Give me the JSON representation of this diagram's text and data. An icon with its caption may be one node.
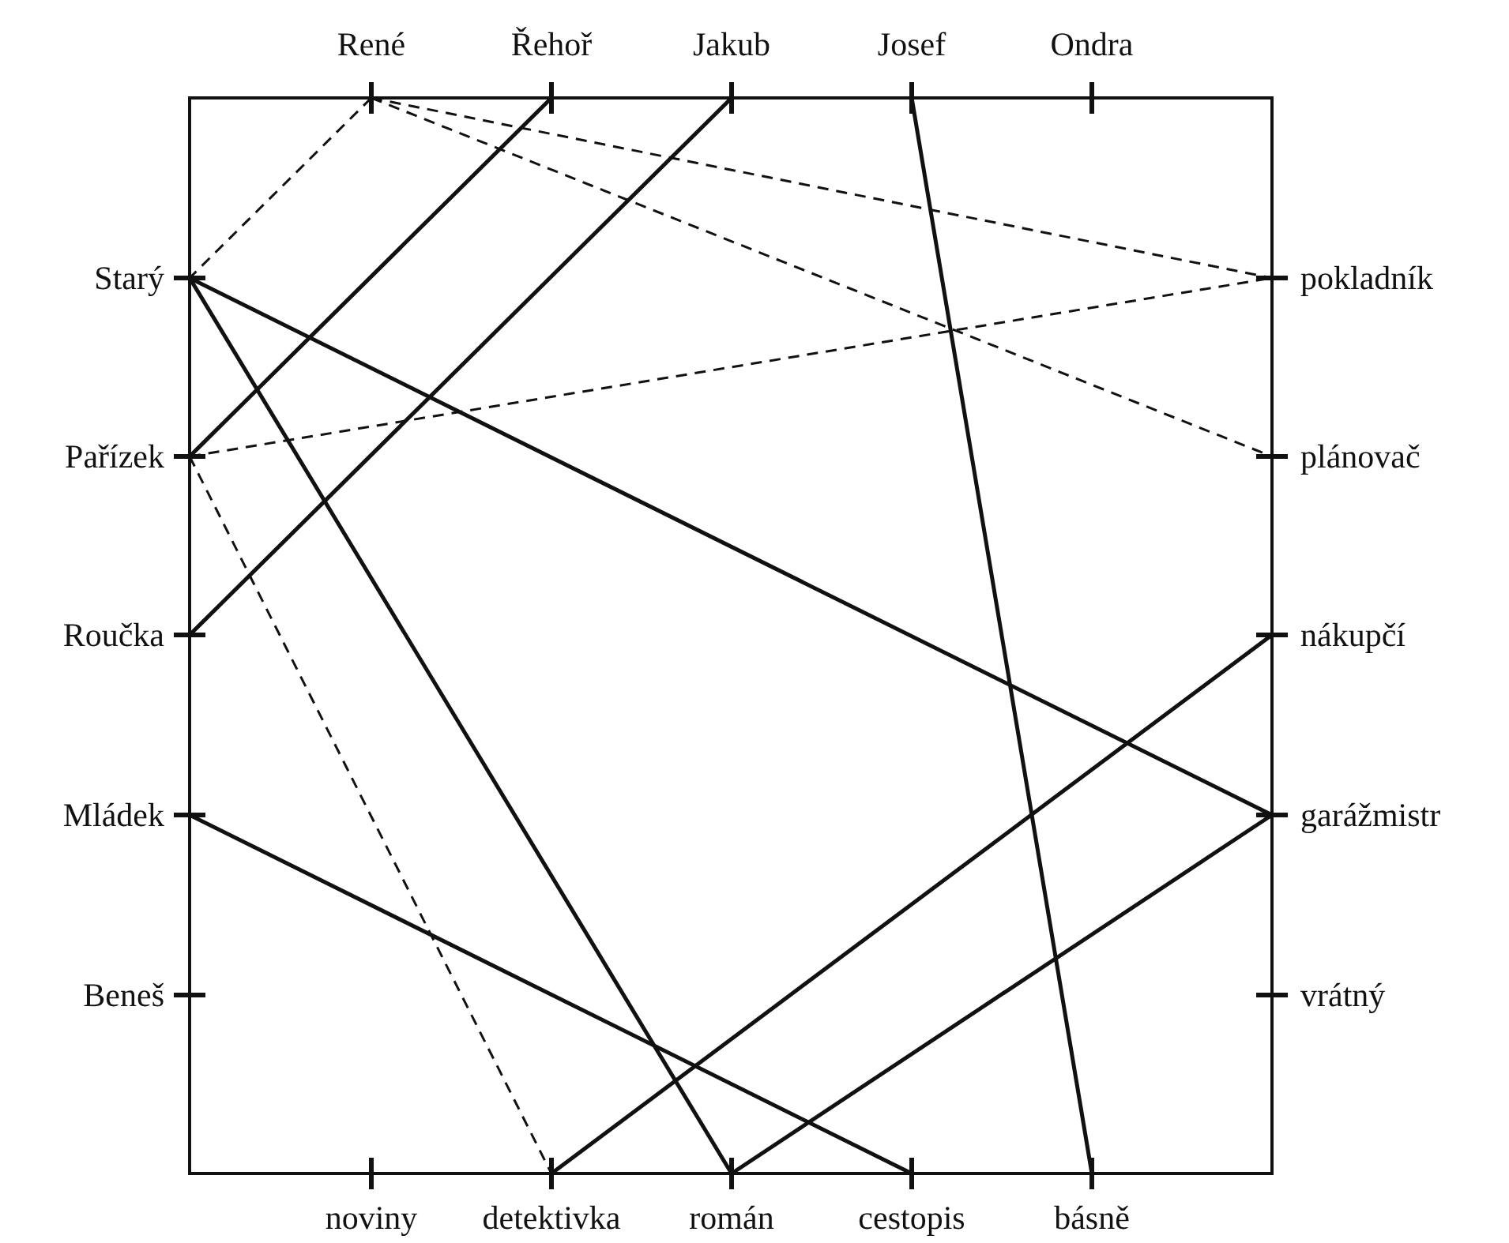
{
  "diagram": {
    "nodes": [
      {
        "text": [
          "René"
        ]
      },
      {
        "text": [
          "Řehoř"
        ]
      },
      {
        "text": [
          "Jakub"
        ]
      },
      {
        "text": [
          "Josef"
        ]
      },
      {
        "text": [
          "Ondra"
        ]
      },
      {
        "text": [
          "Starý"
        ]
      },
      {
        "text": [
          "Pařízek"
        ]
      },
      {
        "text": [
          "Roučka"
        ]
      },
      {
        "text": [
          "Mládek"
        ]
      },
      {
        "text": [
          "Beneš"
        ]
      },
      {
        "text": [
          "pokladník"
        ]
      },
      {
        "text": [
          "plánovač"
        ]
      },
      {
        "text": [
          "nákupčí"
        ]
      },
      {
        "text": [
          "garážmistr"
        ]
      },
      {
        "text": [
          "vrátný"
        ]
      },
      {
        "text": [
          "noviny"
        ]
      },
      {
        "text": [
          "detektivka"
        ]
      },
      {
        "text": [
          "román"
        ]
      },
      {
        "text": [
          "cestopis"
        ]
      },
      {
        "text": [
          "básně"
        ]
      }
    ],
    "edges": [
      {
        "from": 0,
        "to": 5,
        "arrow": "none",
        "style": "dashed"
      },
      {
        "from": 0,
        "to": 10,
        "arrow": "none",
        "style": "dashed"
      },
      {
        "from": 0,
        "to": 11,
        "arrow": "none",
        "style": "dashed"
      },
      {
        "from": 1,
        "to": 6,
        "arrow": "none"
      },
      {
        "from": 2,
        "to": 7,
        "arrow": "none"
      },
      {
        "from": 3,
        "to": 19,
        "arrow": "none"
      },
      {
        "from": 5,
        "to": 13,
        "arrow": "none"
      },
      {
        "from": 5,
        "to": 17,
        "arrow": "none"
      },
      {
        "from": 6,
        "to": 10,
        "arrow": "none",
        "style": "dashed"
      },
      {
        "from": 6,
        "to": 16,
        "arrow": "none",
        "style": "dashed"
      },
      {
        "from": 8,
        "to": 18,
        "arrow": "none"
      },
      {
        "from": 16,
        "to": 12,
        "arrow": "none"
      },
      {
        "from": 17,
        "to": 13,
        "arrow": "none"
      }
    ]
  }
}
